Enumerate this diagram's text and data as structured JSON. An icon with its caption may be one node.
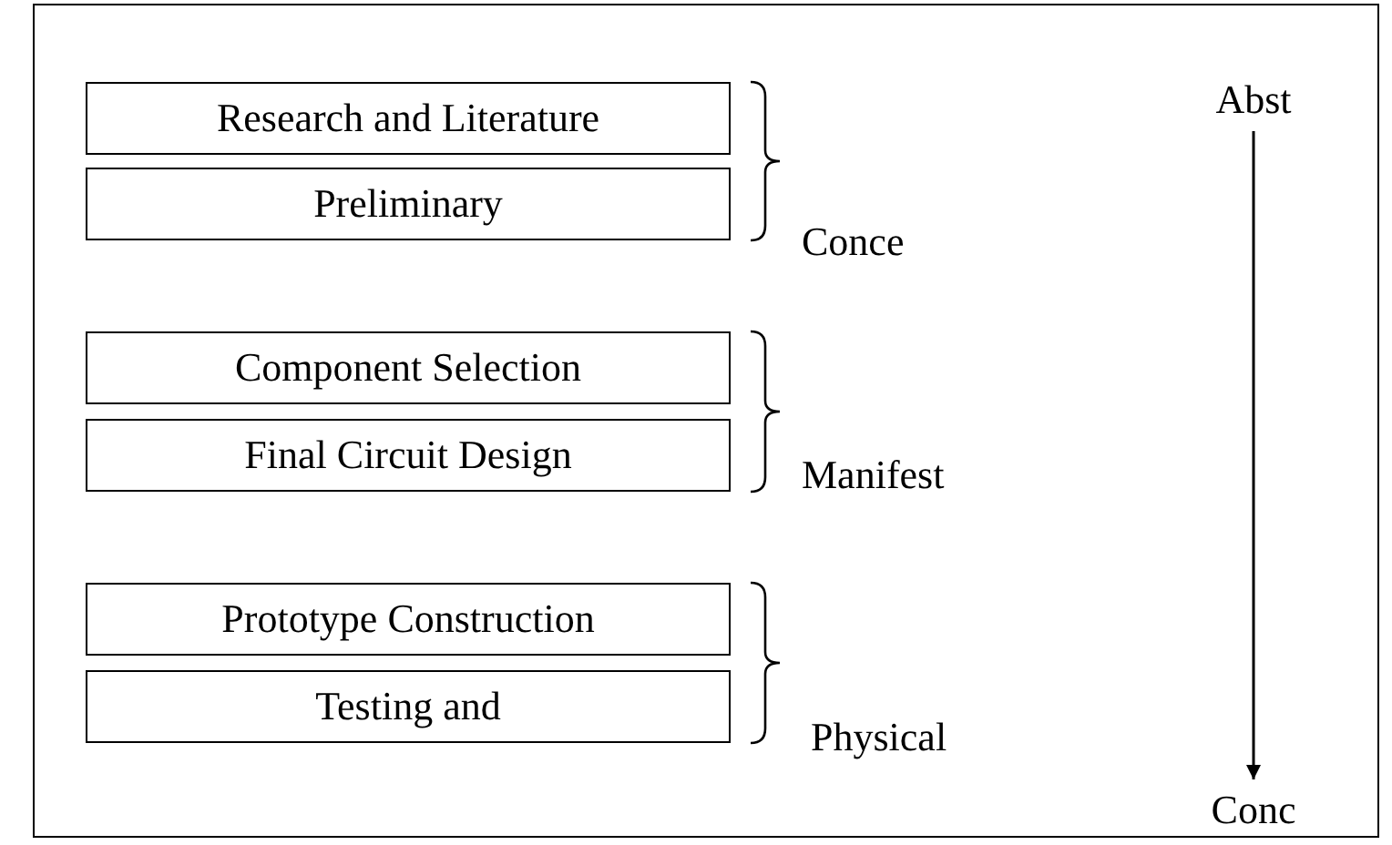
{
  "diagram": {
    "nodes": [
      {
        "text": [
          "Research and Literature"
        ]
      },
      {
        "text": [
          "Preliminary"
        ]
      },
      {
        "text": [
          "Component Selection"
        ]
      },
      {
        "text": [
          "Final Circuit Design"
        ]
      },
      {
        "text": [
          "Prototype Construction"
        ]
      },
      {
        "text": [
          "Testing and"
        ]
      },
      {
        "text": [
          "Abst"
        ]
      },
      {
        "text": [
          "Conc"
        ]
      }
    ],
    "edges": [
      {
        "from": 6,
        "to": 7,
        "arrow": "to"
      }
    ],
    "labels": [
      "Conce",
      "Manifest",
      "Physical"
    ]
  }
}
